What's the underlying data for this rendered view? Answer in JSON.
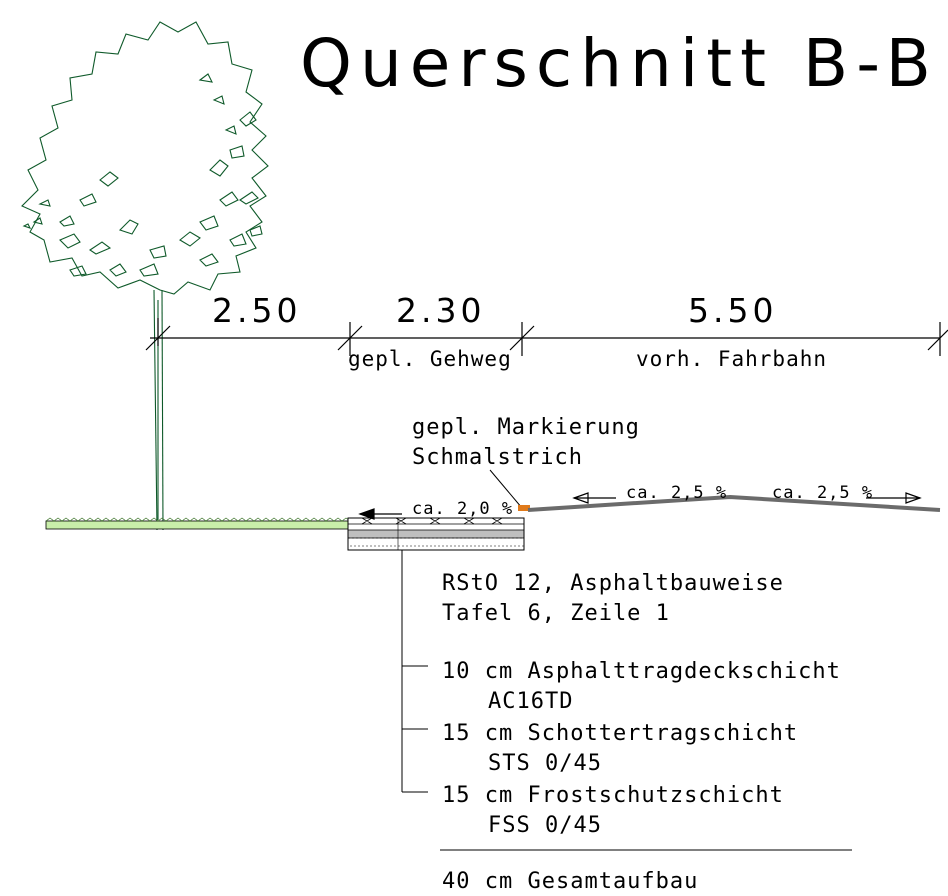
{
  "title": "Querschnitt B-B",
  "dimensions": [
    {
      "value": "2.50",
      "label": ""
    },
    {
      "value": "2.30",
      "label": "gepl. Gehweg"
    },
    {
      "value": "5.50",
      "label": "vorh. Fahrbahn"
    }
  ],
  "marking_note": {
    "line1": "gepl. Markierung",
    "line2": "Schmalstrich"
  },
  "slopes": [
    "ca. 2,0 %",
    "ca. 2,5 %",
    "ca. 2,5 %"
  ],
  "standard": {
    "line1": "RStO 12, Asphaltbauweise",
    "line2": "Tafel 6, Zeile 1"
  },
  "layers": [
    {
      "text": "10 cm Asphalttragdeckschicht",
      "sub": "AC16TD"
    },
    {
      "text": "15 cm Schottertragschicht",
      "sub": "STS 0/45"
    },
    {
      "text": "15 cm Frostschutzschicht",
      "sub": "FSS 0/45"
    }
  ],
  "total": "40 cm Gesamtaufbau",
  "colors": {
    "tree": "#0f5a2a",
    "grass": "#c9eeaa",
    "road": "#6b6b6b",
    "marking": "#e07a1a"
  }
}
